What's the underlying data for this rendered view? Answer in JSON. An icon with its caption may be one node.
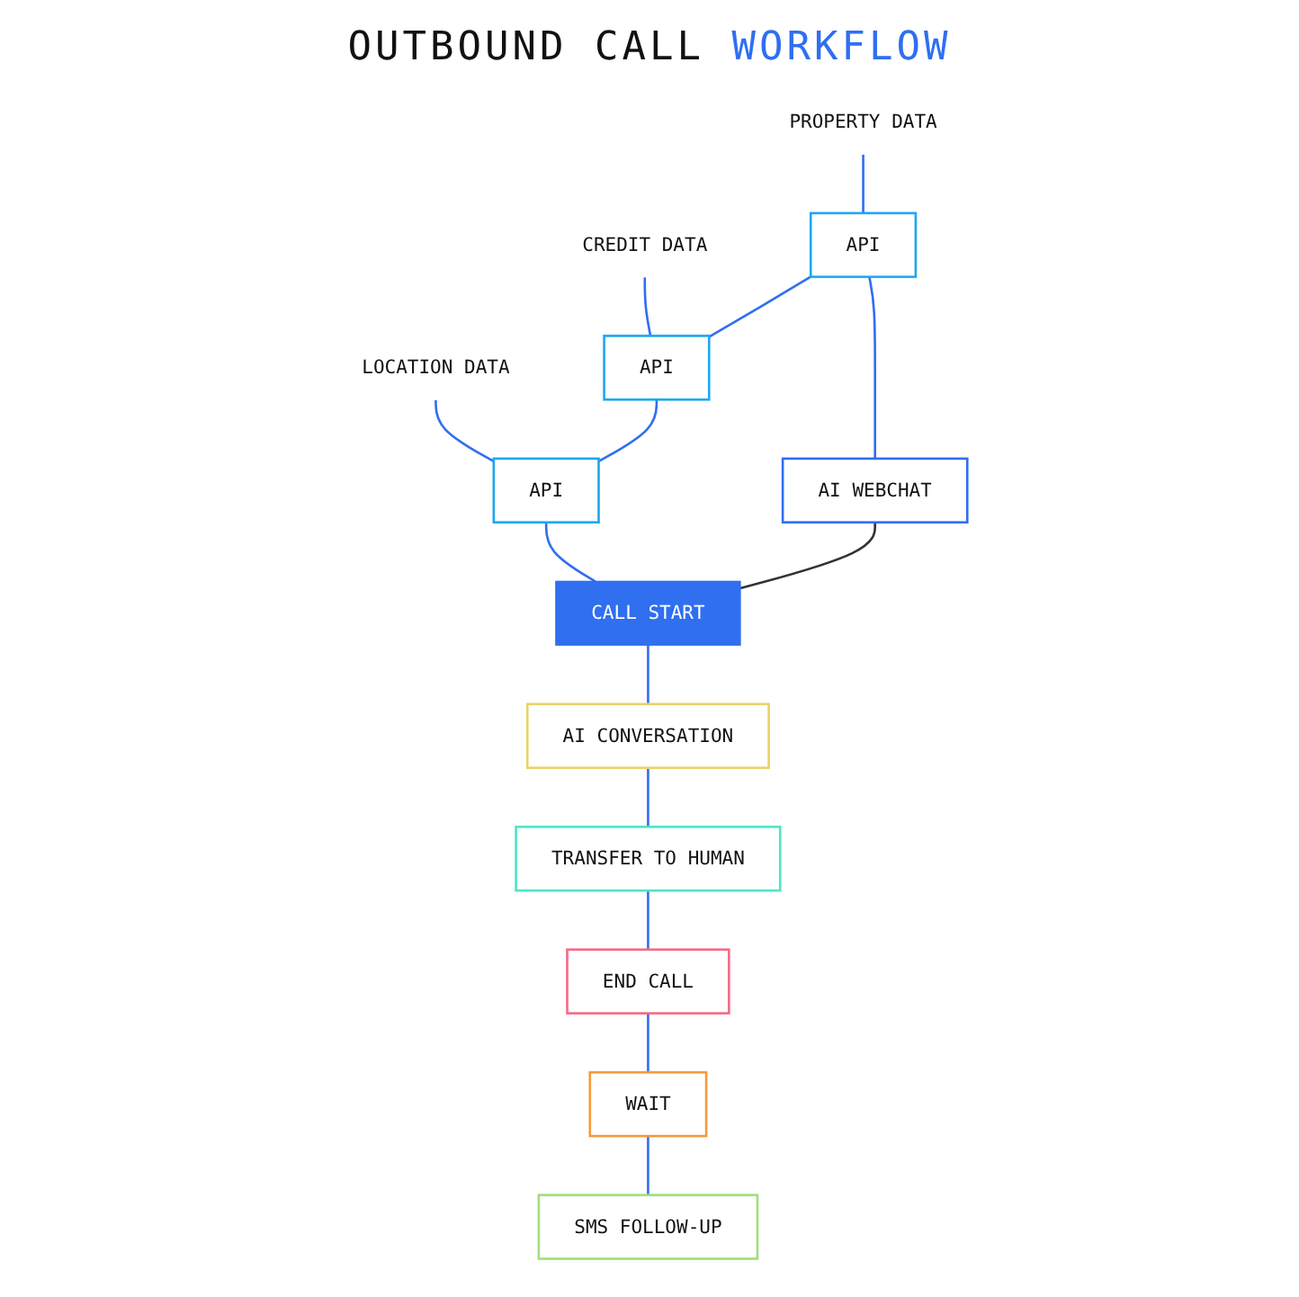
{
  "diagram": {
    "title": "OUTBOUND CALL WORKFLOW",
    "nodes": [
      {
        "text": [
          "PROPERTY DATA"
        ]
      },
      {
        "text": [
          "API"
        ]
      },
      {
        "text": [
          "CREDIT DATA"
        ]
      },
      {
        "text": [
          "API"
        ]
      },
      {
        "text": [
          "LOCATION DATA"
        ]
      },
      {
        "text": [
          "API"
        ]
      },
      {
        "text": [
          "AI WEBCHAT"
        ]
      },
      {
        "text": [
          "CALL START"
        ]
      },
      {
        "text": [
          "AI CONVERSATION"
        ]
      },
      {
        "text": [
          "TRANSFER TO HUMAN"
        ]
      },
      {
        "text": [
          "END CALL"
        ]
      },
      {
        "text": [
          "WAIT"
        ]
      },
      {
        "text": [
          "SMS FOLLOW-UP"
        ]
      }
    ],
    "edges": [
      {
        "from": 0,
        "to": 1,
        "arrow": "none"
      },
      {
        "from": 2,
        "to": 3,
        "arrow": "none"
      },
      {
        "from": 4,
        "to": 5,
        "arrow": "none"
      },
      {
        "from": 1,
        "to": 3,
        "arrow": "none"
      },
      {
        "from": 3,
        "to": 5,
        "arrow": "none"
      },
      {
        "from": 1,
        "to": 6,
        "arrow": "none"
      },
      {
        "from": 5,
        "to": 7,
        "arrow": "none"
      },
      {
        "from": 6,
        "to": 7,
        "arrow": "none",
        "color": "#333333"
      },
      {
        "from": 7,
        "to": 8,
        "arrow": "none"
      },
      {
        "from": 8,
        "to": 9,
        "arrow": "none"
      },
      {
        "from": 9,
        "to": 10,
        "arrow": "none"
      },
      {
        "from": 10,
        "to": 11,
        "arrow": "none"
      },
      {
        "from": 11,
        "to": 12,
        "arrow": "none"
      }
    ]
  }
}
